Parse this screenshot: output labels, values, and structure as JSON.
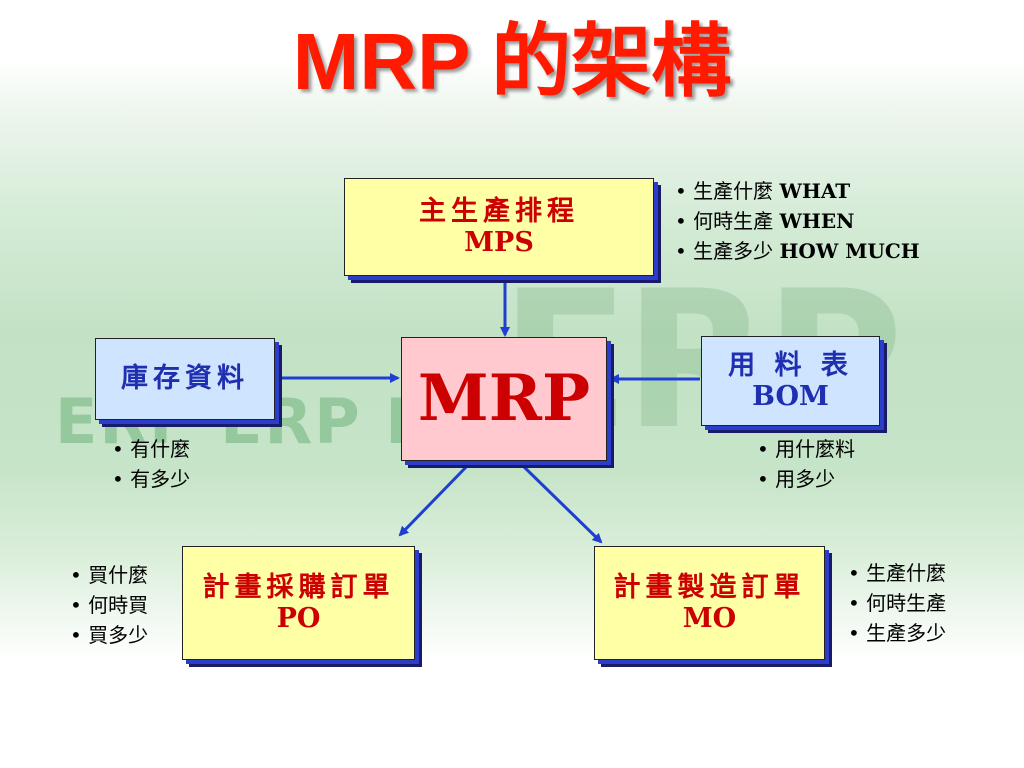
{
  "title": "MRP 的架構",
  "watermark": {
    "big": "ERP",
    "strip": "ERP ERP ERP"
  },
  "boxes": {
    "mps": {
      "line1": "主生產排程",
      "line2": "MPS"
    },
    "inventory": {
      "line1": "庫存資料"
    },
    "mrp": {
      "line1": "MRP"
    },
    "bom": {
      "line1": "用 料 表",
      "line2": "BOM"
    },
    "po": {
      "line1": "計畫採購訂單",
      "line2": "PO"
    },
    "mo": {
      "line1": "計畫製造訂單",
      "line2": "MO"
    }
  },
  "notes": {
    "mps": [
      {
        "bullet": "•",
        "cn": "生產什麼",
        "en": "WHAT"
      },
      {
        "bullet": "•",
        "cn": "何時生產",
        "en": "WHEN"
      },
      {
        "bullet": "•",
        "cn": "生產多少",
        "en": "HOW MUCH"
      }
    ],
    "inventory": [
      {
        "bullet": "•",
        "cn": "有什麼"
      },
      {
        "bullet": "•",
        "cn": "有多少"
      }
    ],
    "bom": [
      {
        "bullet": "•",
        "cn": "用什麼料"
      },
      {
        "bullet": "•",
        "cn": "用多少"
      }
    ],
    "po": [
      {
        "bullet": "•",
        "cn": "買什麼"
      },
      {
        "bullet": "•",
        "cn": "何時買"
      },
      {
        "bullet": "•",
        "cn": "買多少"
      }
    ],
    "mo": [
      {
        "bullet": "•",
        "cn": "生產什麼"
      },
      {
        "bullet": "•",
        "cn": "何時生產"
      },
      {
        "bullet": "•",
        "cn": "生產多少"
      }
    ]
  },
  "colors": {
    "title": "#ff1a00",
    "box_text_red": "#cc0000",
    "box_text_blue": "#1f2fb0",
    "arrow": "#1f3fd0",
    "box_yellow": "#ffffa6",
    "box_blue": "#cfe4ff",
    "box_pink": "#ffc9cf"
  }
}
